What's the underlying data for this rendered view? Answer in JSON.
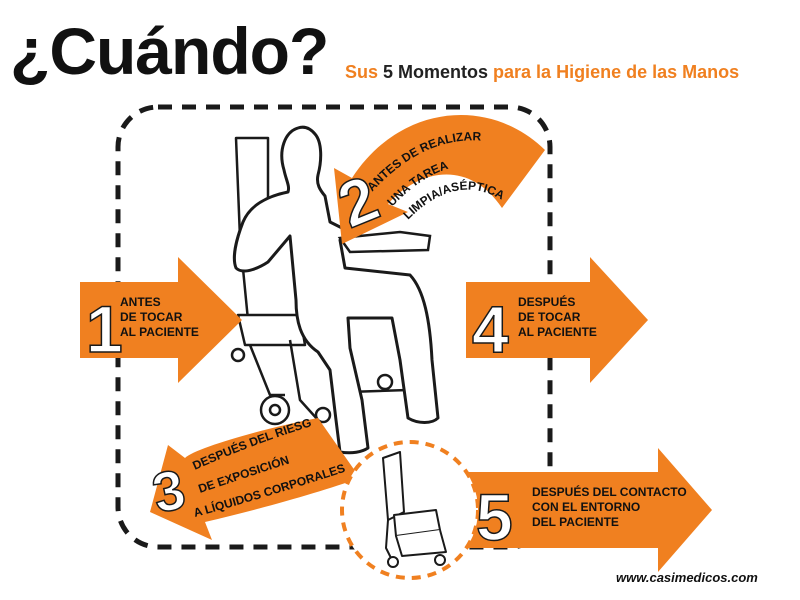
{
  "title": "¿Cuándo?",
  "subtitle": {
    "part1": "Sus ",
    "part2": "5 Momentos ",
    "part3": "para la Higiene de las Manos"
  },
  "colors": {
    "accent": "#f08020",
    "text": "#111111",
    "outline": "#1a1a1a"
  },
  "moments": [
    {
      "number": "1",
      "lines": [
        "ANTES",
        "DE TOCAR",
        "AL PACIENTE"
      ]
    },
    {
      "number": "2",
      "lines": [
        "ANTES DE REALIZAR",
        "UNA TAREA",
        "LIMPIA/ASÉPTICA"
      ]
    },
    {
      "number": "3",
      "lines": [
        "DESPUÉS DEL RIESGO",
        "DE EXPOSICIÓN",
        "A LÍQUIDOS CORPORALES"
      ]
    },
    {
      "number": "4",
      "lines": [
        "DESPUÉS",
        "DE TOCAR",
        "AL PACIENTE"
      ]
    },
    {
      "number": "5",
      "lines": [
        "DESPUÉS DEL CONTACTO",
        "CON EL ENTORNO",
        "DEL PACIENTE"
      ]
    }
  ],
  "watermark": "www.casimedicos.com"
}
